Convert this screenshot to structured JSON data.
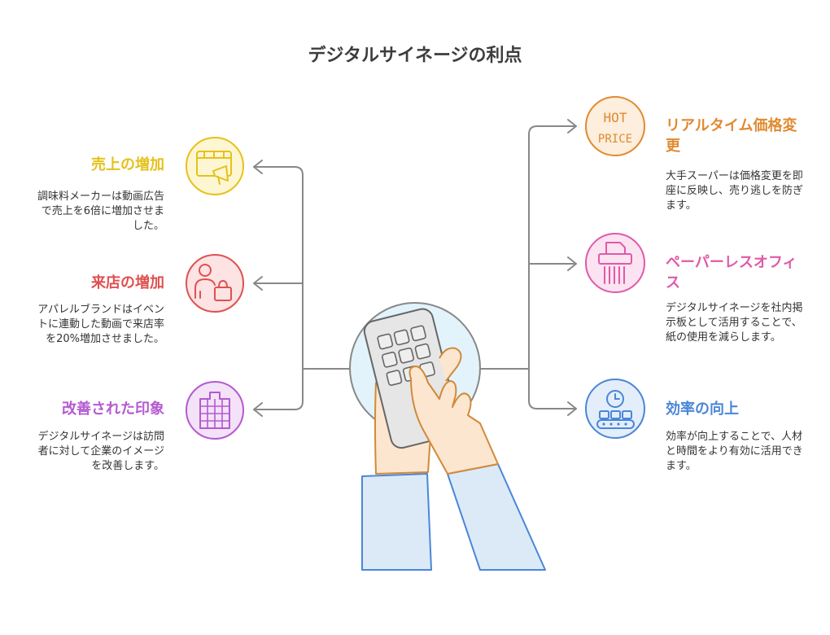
{
  "title": "デジタルサイネージの利点",
  "left_items": [
    {
      "title": "売上の増加",
      "desc": "調味料メーカーは動画広告で売上を6倍に増加させました。",
      "color": "#e6c11b",
      "icon": "billboard-megaphone-icon"
    },
    {
      "title": "来店の増加",
      "desc": "アパレルブランドはイベントに連動した動画で来店率を20%増加させました。",
      "color": "#e05050",
      "icon": "shopper-bag-icon"
    },
    {
      "title": "改善された印象",
      "desc": "デジタルサイネージは訪問者に対して企業のイメージを改善します。",
      "color": "#b45ad0",
      "icon": "office-building-icon"
    }
  ],
  "right_items": [
    {
      "title": "リアルタイム価格変更",
      "desc": "大手スーパーは価格変更を即座に反映し、売り逃しを防ぎます。",
      "color": "#e08a30",
      "icon": "hot-price-icon",
      "icon_text": [
        "HOT",
        "PRICE"
      ]
    },
    {
      "title": "ペーパーレスオフィス",
      "desc": "デジタルサイネージを社内掲示板として活用することで、紙の使用を減らします。",
      "color": "#e05aa8",
      "icon": "paper-shredder-icon"
    },
    {
      "title": "効率の向上",
      "desc": "効率が向上することで、人材と時間をより有効に活用できます。",
      "color": "#4a86d8",
      "icon": "clock-conveyor-icon"
    }
  ],
  "center": {
    "icon": "hands-tablet-icon"
  },
  "colors": {
    "connector": "#888888",
    "title": "#3d3d3d"
  }
}
